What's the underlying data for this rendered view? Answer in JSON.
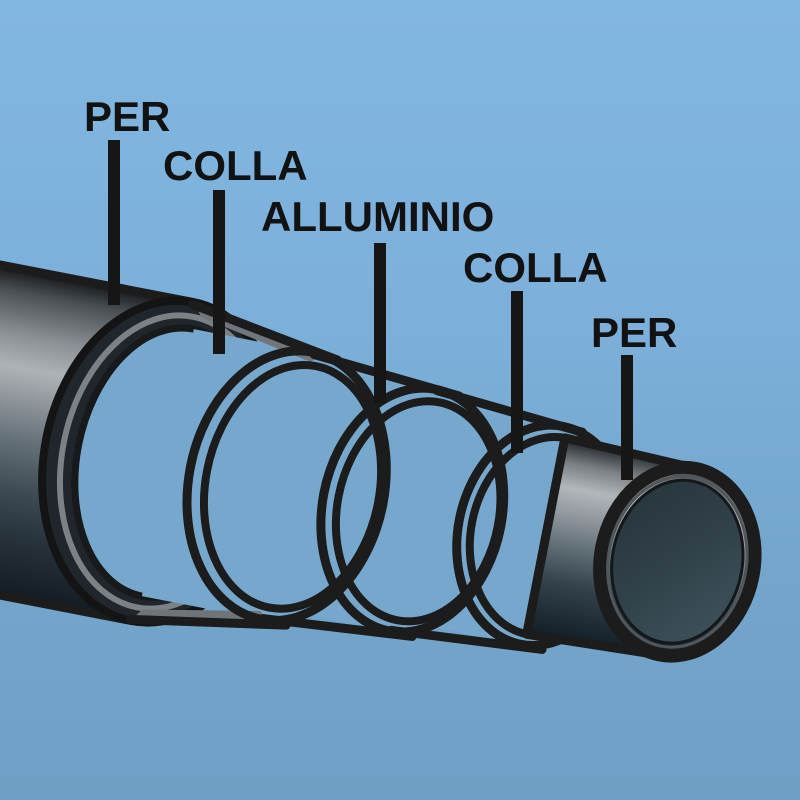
{
  "diagram": {
    "subject": "multilayer-pipe-cutaway",
    "labels": [
      {
        "id": "per-outer",
        "text": "PER"
      },
      {
        "id": "colla-outer",
        "text": "COLLA"
      },
      {
        "id": "alluminio",
        "text": "ALLUMINIO"
      },
      {
        "id": "colla-inner",
        "text": "COLLA"
      },
      {
        "id": "per-inner",
        "text": "PER"
      }
    ],
    "colors": {
      "background_top": "#82b7e1",
      "background_bottom": "#6f9fc4",
      "outline": "#1c1c1c",
      "label_text": "#121212",
      "pipe_highlight": "#b0b5b9",
      "pipe_dark": "#151c22",
      "cut_surface_blue": "#76a8ce",
      "wall_rim_gray": "#7c8186",
      "end_cap_face": "#33434c"
    }
  }
}
